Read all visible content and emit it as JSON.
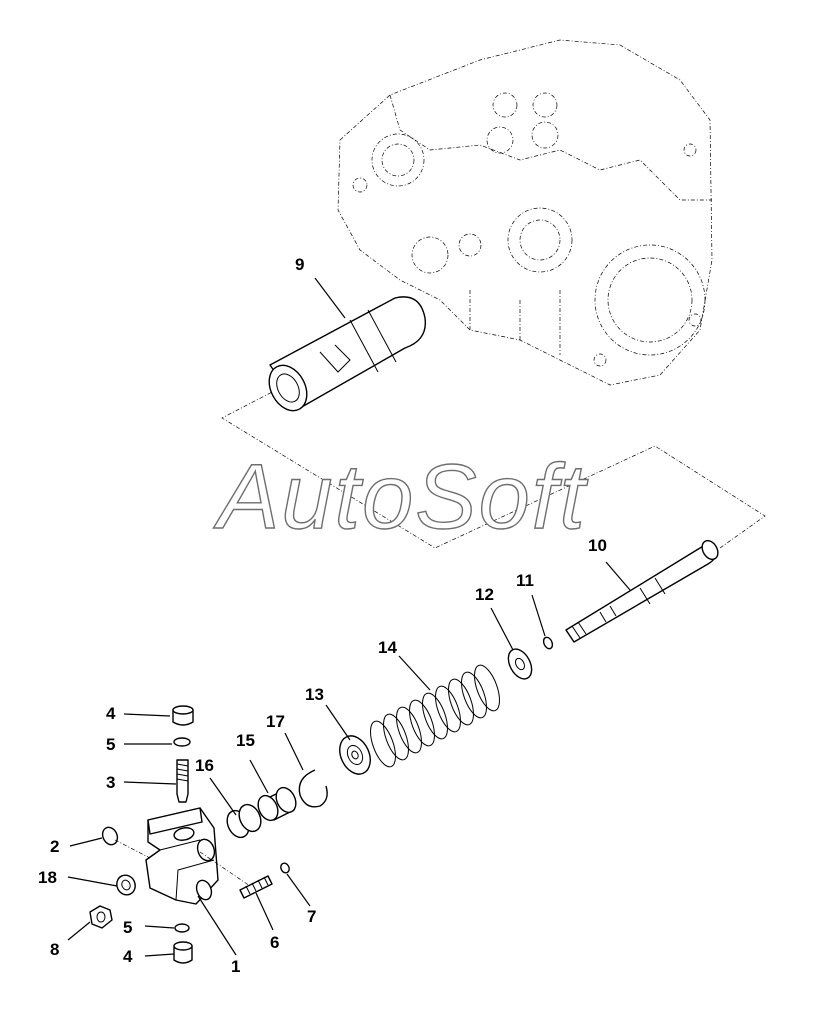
{
  "watermark": "AutoSoft",
  "callouts": {
    "c1": "1",
    "c2": "2",
    "c3": "3",
    "c4a": "4",
    "c4b": "4",
    "c5a": "5",
    "c5b": "5",
    "c6": "6",
    "c7": "7",
    "c8": "8",
    "c9": "9",
    "c10": "10",
    "c11": "11",
    "c12": "12",
    "c13": "13",
    "c14": "14",
    "c15": "15",
    "c16": "16",
    "c17": "17",
    "c18": "18"
  }
}
